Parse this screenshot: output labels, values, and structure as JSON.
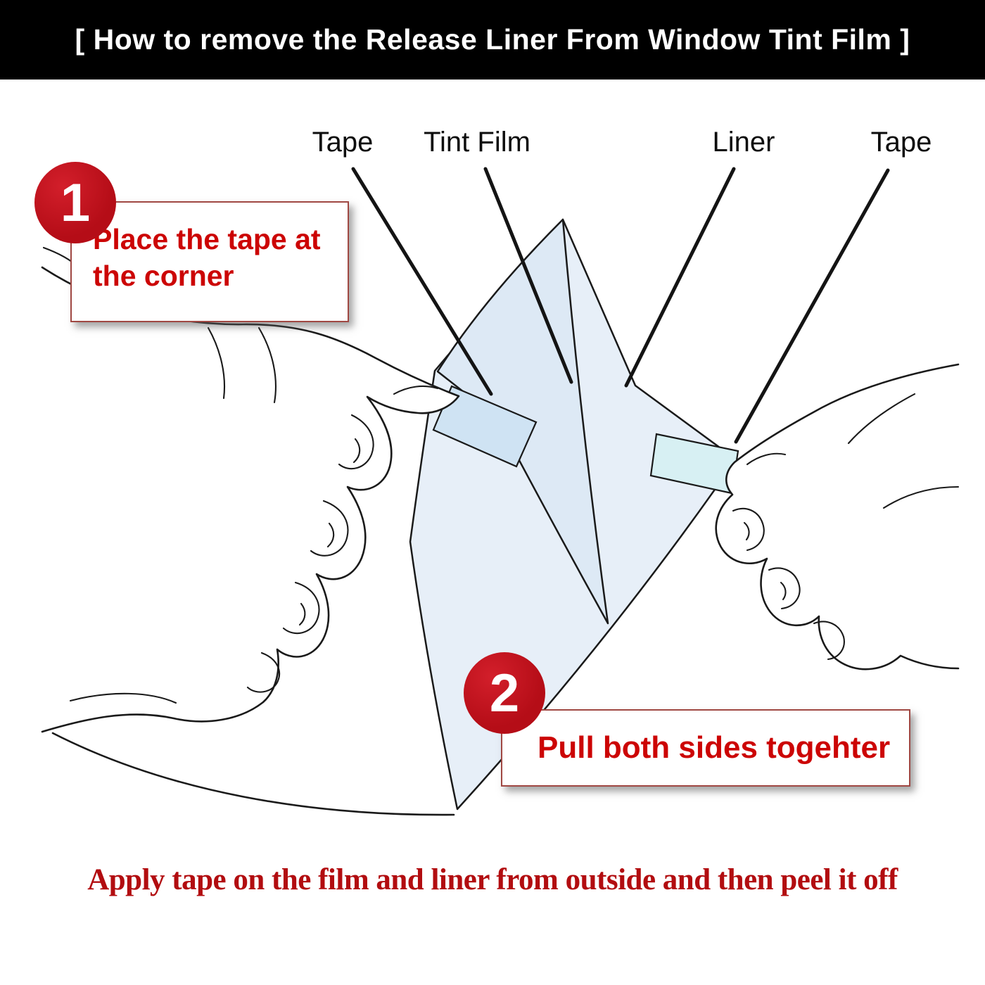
{
  "header": {
    "title": "[ How to remove the Release Liner From Window Tint Film ]"
  },
  "labels": {
    "tape_left": "Tape",
    "tint_film": "Tint Film",
    "liner": "Liner",
    "tape_right": "Tape"
  },
  "steps": [
    {
      "number": "1",
      "lines": [
        "Place the tape at",
        "the corner"
      ]
    },
    {
      "number": "2",
      "lines": [
        "Pull both sides togehter"
      ]
    }
  ],
  "caption": "Apply tape on the film and liner from outside and then peel it off",
  "colors": {
    "header_bg": "#000000",
    "header_text": "#ffffff",
    "accent_red": "#b50d17",
    "step_text_red": "#cc0404",
    "caption_red": "#b20d10",
    "film_blue": "#e7eff8",
    "film_flap_blue": "#dde9f5",
    "tape_blue": "#cfe3f3",
    "tape_cyan": "#d7f0f3"
  }
}
